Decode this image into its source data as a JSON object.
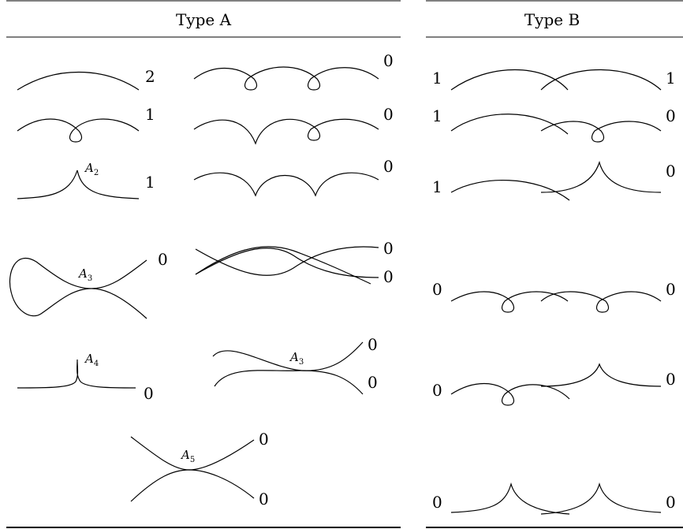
{
  "headers": {
    "type_a": "Type A",
    "type_b": "Type B"
  },
  "singularities": {
    "letter": "A",
    "a2": "2",
    "a3": "3",
    "a4": "4",
    "a5": "5"
  },
  "type_a_labels": {
    "r1_left": "2",
    "r2_left": "1",
    "r3_left": "1",
    "r1_right": "0",
    "r2_right": "0",
    "r3_right": "0",
    "r4_left": "0",
    "r4_right_top": "0",
    "r4_right_bottom": "0",
    "r5_left": "0",
    "r5_right_top": "0",
    "r5_right_bottom": "0",
    "r6_top": "0",
    "r6_bottom": "0"
  },
  "type_b_labels": {
    "r1_left": "1",
    "r1_right": "1",
    "r2_left": "1",
    "r2_right": "0",
    "r3_left": "1",
    "r3_right": "0",
    "r4_left": "0",
    "r4_right": "0",
    "r5_left": "0",
    "r5_right": "0",
    "r6_left": "0",
    "r6_right": "0"
  }
}
